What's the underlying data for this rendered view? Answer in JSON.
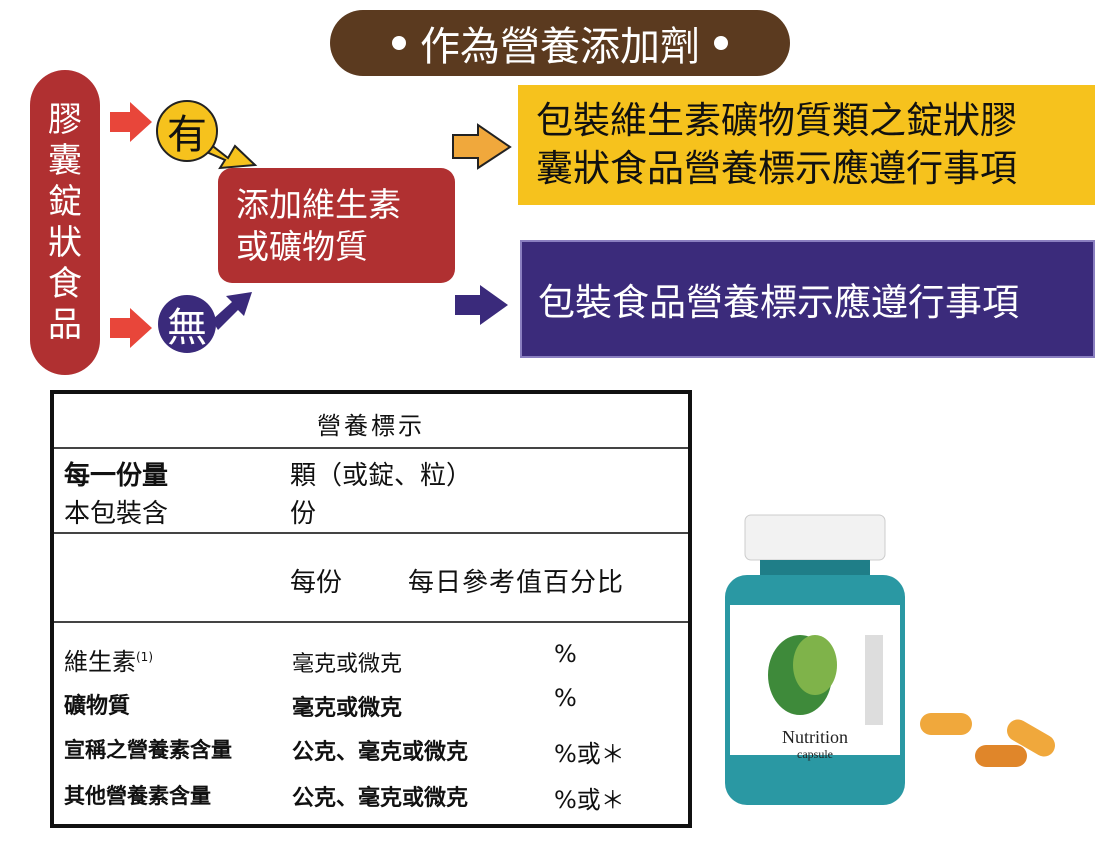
{
  "title": "作為營養添加劑",
  "left_label": [
    "膠",
    "囊",
    "錠",
    "狀",
    "食",
    "品"
  ],
  "yes_label": "有",
  "no_label": "無",
  "center_box": {
    "line1": "添加維生素",
    "line2": "或礦物質"
  },
  "yellow_box": {
    "line1": "包裝維生素礦物質類之錠狀膠",
    "line2": "囊狀食品營養標示應遵行事項"
  },
  "purple_box": "包裝食品營養標示應遵行事項",
  "colors": {
    "brown": "#5b3a1f",
    "red": "#b03031",
    "yellow": "#f6c21d",
    "purple": "#3b2b7b",
    "arrow_red": "#e8463a",
    "arrow_orange": "#f0a83c",
    "teal": "#2a98a3"
  },
  "table": {
    "title": "營養標示",
    "serving_label": "每一份量",
    "serving_value": "顆（或錠、粒）",
    "package_label": "本包裝含",
    "package_value": "份",
    "col_per": "每份",
    "col_dv": "每日參考值百分比",
    "rows": [
      {
        "name": "維生素",
        "sup": "(1)",
        "unit": "毫克或微克",
        "dv": "%"
      },
      {
        "name": "礦物質",
        "unit": "毫克或微克",
        "dv": "%"
      },
      {
        "name": "宣稱之營養素含量",
        "unit": "公克、毫克或微克",
        "dv": "%或＊"
      },
      {
        "name": "其他營養素含量",
        "unit": "公克、毫克或微克",
        "dv": "%或＊"
      }
    ]
  },
  "bottle": {
    "label1": "Nutrition",
    "label2": "capsule"
  }
}
